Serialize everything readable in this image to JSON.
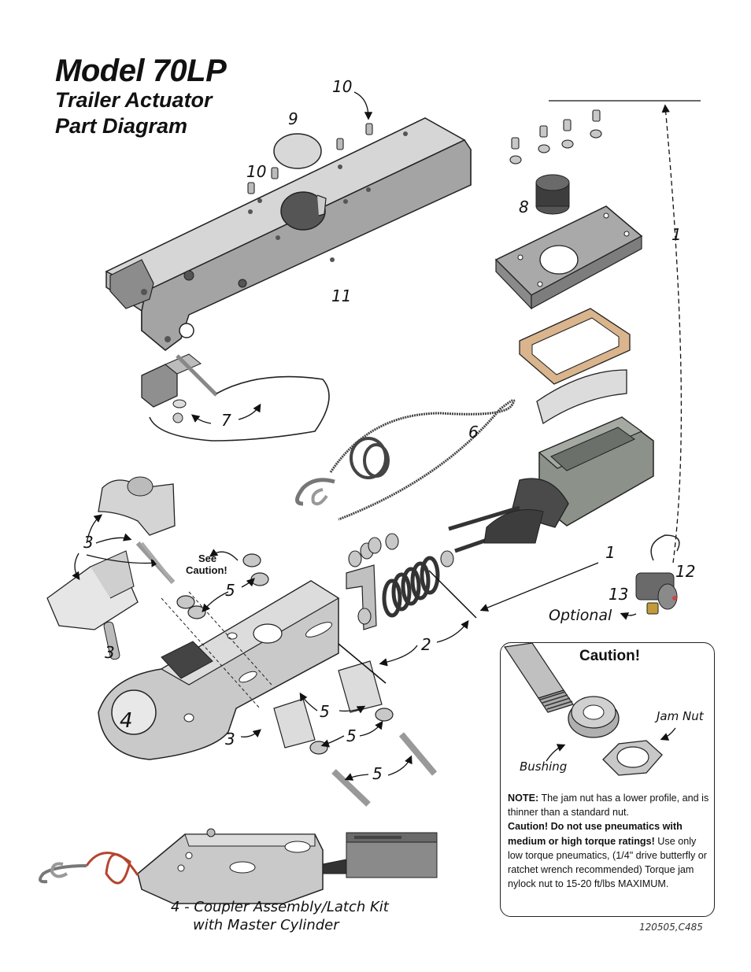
{
  "header": {
    "model": "Model 70LP",
    "subtitle_line1": "Trailer Actuator",
    "subtitle_line2": "Part Diagram"
  },
  "callouts": {
    "p10_top": "10",
    "p9": "9",
    "p10_left": "10",
    "p11": "11",
    "p8": "8",
    "p1_top": "1",
    "p1_mid": "1",
    "p7": "7",
    "p6": "6",
    "p3_top": "3",
    "p3_mid": "3",
    "p3_bottom": "3",
    "p5_a": "5",
    "p5_b": "5",
    "p5_c": "5",
    "p5_d": "5",
    "p4": "4",
    "p2": "2",
    "p12": "12",
    "p13": "13",
    "optional": "Optional",
    "see_caution_line1": "See",
    "see_caution_line2": "Caution!"
  },
  "caption": {
    "line1": "4 - Coupler Assembly/Latch Kit",
    "line2": "with Master Cylinder"
  },
  "caution_box": {
    "title": "Caution!",
    "jam_nut_label": "Jam Nut",
    "bushing_label": "Bushing",
    "note_label": "NOTE:",
    "note_text": " The jam nut has a lower profile, and is thinner than a standard nut.",
    "warning_bold": "Caution! Do not use pneumatics with medium or high torque ratings!",
    "warning_text": " Use only low torque pneumatics, (1/4\" drive butterfly or ratchet wrench recommended) Torque jam nylock nut to 15-20 ft/lbs MAXIMUM."
  },
  "document_code": "120505,C485",
  "colors": {
    "metal_light": "#c9c9c9",
    "metal_mid": "#a9a9a9",
    "metal_dark": "#7d7d7d",
    "cylinder_green_gray": "#8c918a",
    "gasket_tan": "#d9b48d",
    "cable_red": "#b5452e",
    "ink": "#111111"
  }
}
